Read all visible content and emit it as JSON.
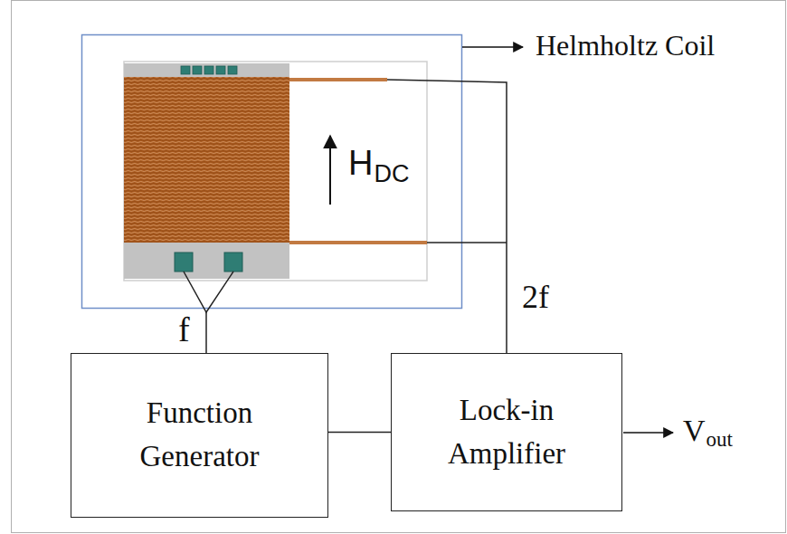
{
  "diagram": {
    "nodes": [
      {
        "text": [
          "Function Generator"
        ]
      },
      {
        "text": [
          "Lock-in Amplifier"
        ]
      }
    ],
    "edges": [
      {
        "from": 0,
        "to": 1,
        "arrow": "none"
      }
    ],
    "labels": [
      "Helmholtz Coil",
      "H",
      "DC",
      "f",
      "2f",
      "V",
      "out"
    ]
  }
}
